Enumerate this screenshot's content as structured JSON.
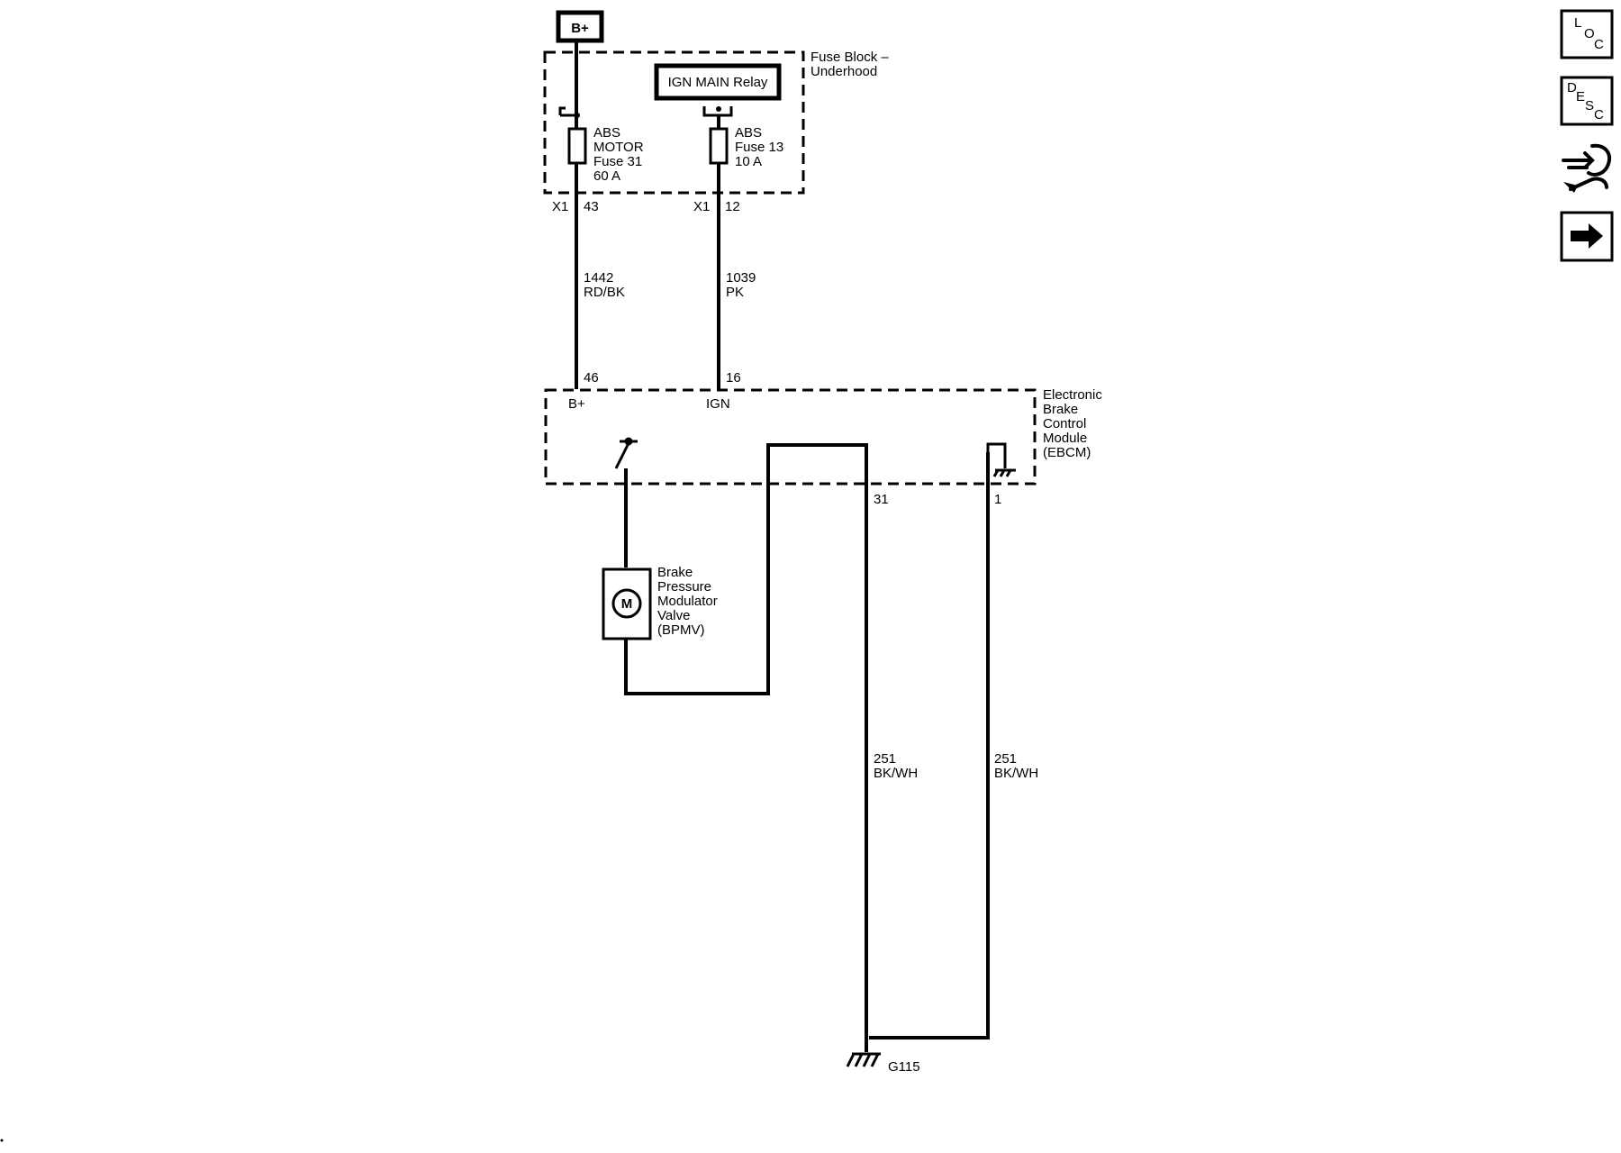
{
  "battery_label": "B+",
  "fuse_block": {
    "name_line1": "Fuse Block –",
    "name_line2": "Underhood",
    "relay": "IGN MAIN Relay",
    "fuse_a": [
      "ABS",
      "MOTOR",
      "Fuse 31",
      "60 A"
    ],
    "fuse_b": [
      "ABS",
      "Fuse 13",
      "10 A"
    ],
    "conn_a": "X1",
    "pin_a": "43",
    "conn_b": "X1",
    "pin_b": "12"
  },
  "wires": {
    "a_circuit": "1442",
    "a_color": "RD/BK",
    "b_circuit": "1039",
    "b_color": "PK",
    "gnd1_circuit": "251",
    "gnd1_color": "BK/WH",
    "gnd2_circuit": "251",
    "gnd2_color": "BK/WH"
  },
  "ebcm": {
    "name": [
      "Electronic",
      "Brake",
      "Control",
      "Module",
      "(EBCM)"
    ],
    "pin_bplus": "46",
    "label_bplus": "B+",
    "pin_ign": "16",
    "label_ign": "IGN",
    "pin_31": "31",
    "pin_1": "1"
  },
  "bpmv": {
    "symbol": "M",
    "name": [
      "Brake",
      "Pressure",
      "Modulator",
      "Valve",
      "(BPMV)"
    ]
  },
  "ground": "G115",
  "side_buttons": {
    "loc": [
      "L",
      "O",
      "C"
    ],
    "desc": [
      "D",
      "E",
      "S",
      "C"
    ]
  }
}
